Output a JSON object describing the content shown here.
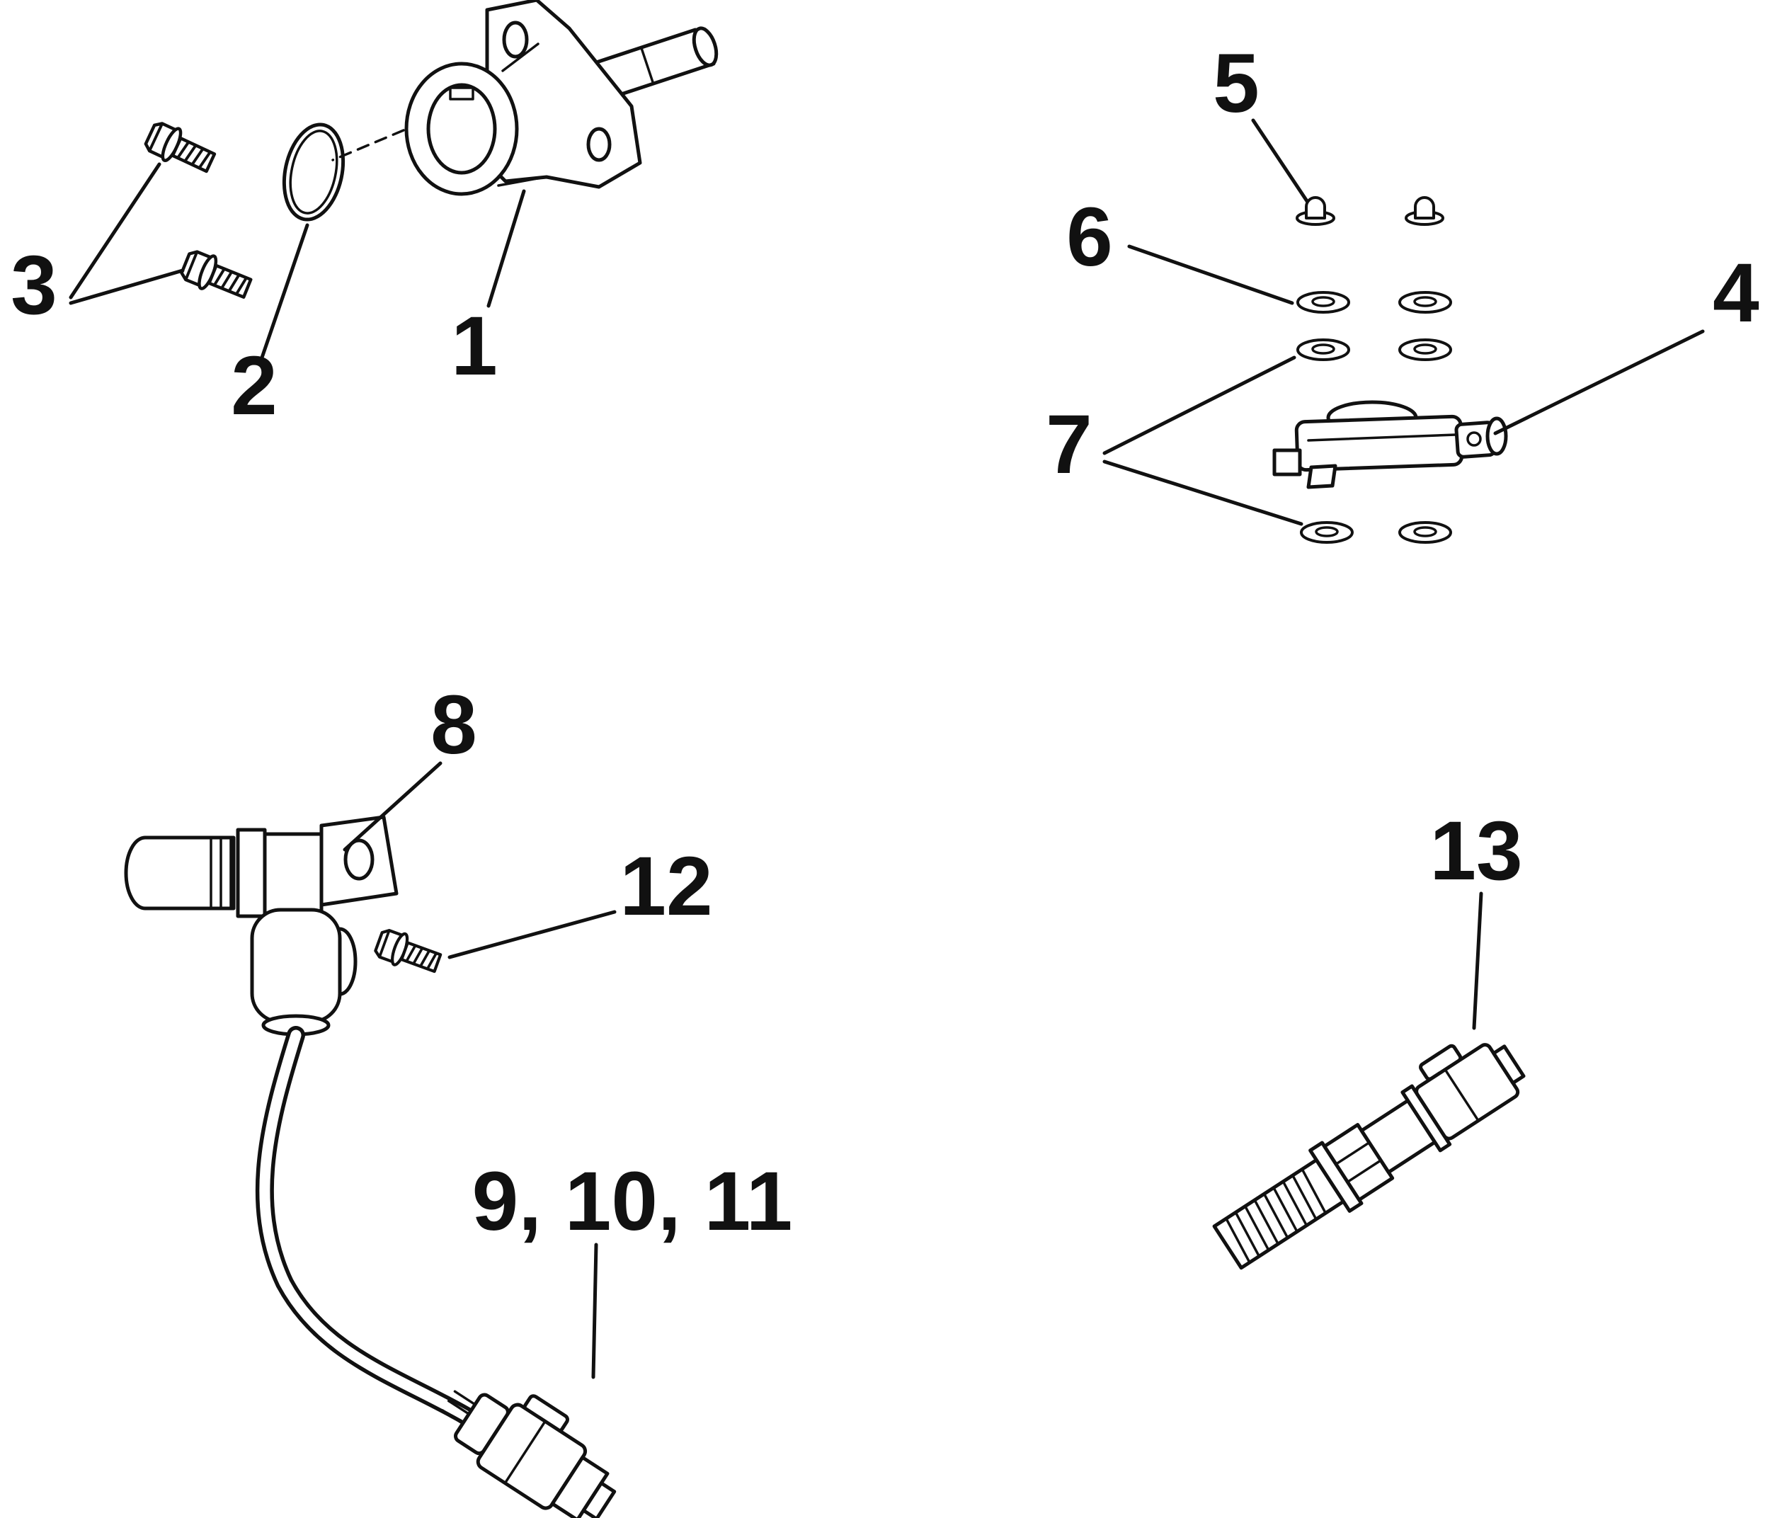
{
  "figure": {
    "type": "exploded-parts-diagram",
    "background": "#ffffff",
    "ink": "#111111",
    "callouts": {
      "c1": "1",
      "c2": "2",
      "c3": "3",
      "c4": "4",
      "c5": "5",
      "c6": "6",
      "c7": "7",
      "c8": "8",
      "c9_10_11": "9, 10, 11",
      "c12": "12",
      "c13": "13"
    }
  }
}
